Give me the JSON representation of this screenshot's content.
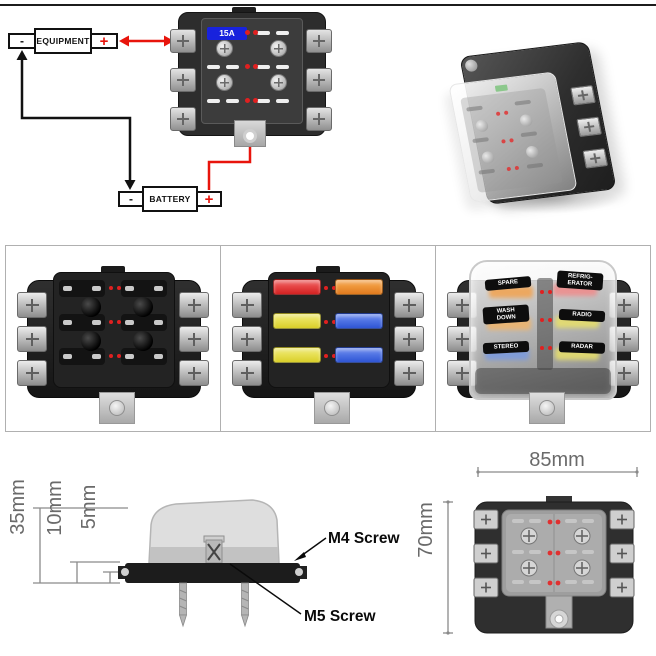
{
  "wiring": {
    "equipment_label": "EQUIPMENT",
    "battery_label": "BATTERY",
    "minus": "-",
    "plus": "+",
    "fuse_rating": "15A"
  },
  "photos": {
    "tags": [
      {
        "line1": "SPARE",
        "line2": ""
      },
      {
        "line1": "REFRIG-",
        "line2": "ERATOR"
      },
      {
        "line1": "WASH",
        "line2": "DOWN"
      },
      {
        "line1": "RADIO",
        "line2": ""
      },
      {
        "line1": "STEREO",
        "line2": ""
      },
      {
        "line1": "RADAR",
        "line2": ""
      }
    ]
  },
  "dimensions": {
    "total_height": "35mm",
    "body_height": "10mm",
    "base_height": "5mm",
    "width": "85mm",
    "depth": "70mm",
    "m4": "M4 Screw",
    "m5": "M5 Screw"
  },
  "colors": {
    "wire_positive": "#e8140c",
    "wire_negative": "#111111",
    "led_red": "#e02020",
    "fuse_15a_bg": "#1822dd",
    "fuse_red": "#d32222",
    "fuse_orange": "#e07a1e",
    "fuse_yellow": "#d9cf2a",
    "fuse_blue": "#2f55d4"
  }
}
